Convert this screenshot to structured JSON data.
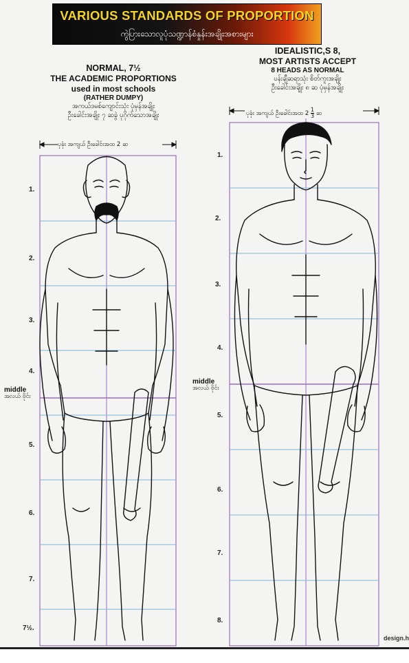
{
  "banner": {
    "title": "VARIOUS STANDARDS OF PROPORTION",
    "subtitle": "ကွဲပြားသောလူပုံသဏ္ဍာန်စံနှုန်းအချိုးအစားများ"
  },
  "left_figure": {
    "title": "NORMAL, 7½",
    "subtitle": "THE ACADEMIC PROPORTIONS",
    "subtitle2": "used in most schools",
    "note": "(RATHER DUMPY)",
    "myanmar_line1": "အကယ်ဒမစ်ကျောင်းသုံး ပုံမှန်အချိုး",
    "myanmar_line2": "ဦးခေါင်းအချိုး ၇ ဆခွဲ ပုဂိုက်သောအချိုး",
    "width_label": "ပုခုံး အကျယ် ဦးခေါင်းအထ 2 ဆ",
    "marks": [
      "1.",
      "2.",
      "3.",
      "4.",
      "5.",
      "6.",
      "7.",
      "7½."
    ],
    "middle_label": "middle",
    "middle_myanmar": "အလယ် ဗိုင်း"
  },
  "right_figure": {
    "title": "IDEALISTIC,S 8,",
    "subtitle": "MOST ARTISTS ACCEPT",
    "note": "8 HEADS AS NORMAL",
    "myanmar_line1": "ပန်းချီဆရာသုံး စိတ်ကူးအချိုး",
    "myanmar_line2": "ဦးခေါင်းအချိုး ၈ ဆ ပုံမှန်အချိုး",
    "width_label": "ပုခုံး အကျယ် ဦးခေါင်းအထ 2",
    "width_fraction_num": "1",
    "width_fraction_den": "3",
    "width_suffix": "ဆ",
    "marks": [
      "1.",
      "2.",
      "3.",
      "4.",
      "5.",
      "6.",
      "7.",
      "8."
    ],
    "middle_label": "middle",
    "middle_myanmar": "အလယ် ဗိုင်း"
  },
  "credit": "design.h",
  "colors": {
    "grid_blue": "#7fb6d8",
    "frame_purple": "#9a6bc2",
    "title_yellow": "#f5d422"
  }
}
